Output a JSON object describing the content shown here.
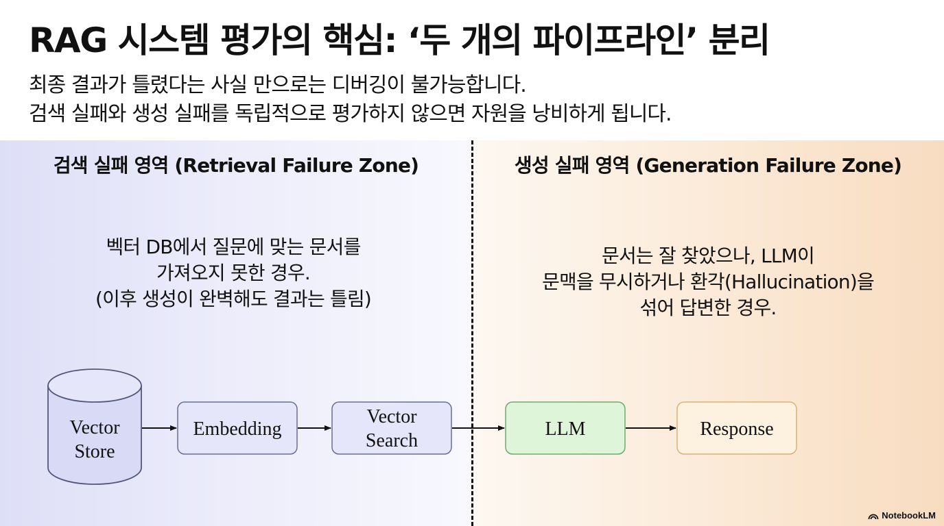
{
  "title": "RAG 시스템 평가의 핵심: ‘두 개의 파이프라인’ 분리",
  "subtitle": {
    "line1": "최종 결과가 틀렸다는 사실 만으로는 디버깅이 불가능합니다.",
    "line2": "검색 실패와 생성 실패를 독립적으로 평가하지 않으면 자원을 낭비하게 됩니다."
  },
  "zones": {
    "retrieval": {
      "title": "검색 실패 영역 (Retrieval Failure Zone)",
      "description": [
        "벡터 DB에서 질문에 맞는 문서를",
        "가져오지 못한 경우.",
        "(이후 생성이 완벽해도 결과는 틀림)"
      ]
    },
    "generation": {
      "title": "생성 실패 영역 (Generation Failure Zone)",
      "description": [
        "문서는 잘 찾았으나, LLM이",
        "문맥을 무시하거나 환각(Hallucination)을",
        "섞어 답변한 경우."
      ]
    }
  },
  "pipeline": {
    "vector_store": [
      "Vector",
      "Store"
    ],
    "embedding": "Embedding",
    "vector_search": [
      "Vector",
      "Search"
    ],
    "llm": "LLM",
    "response": "Response"
  },
  "colors": {
    "retrieval_bg": "#dedff7",
    "generation_bg": "#f8dcc0",
    "store_fill": "#d9daf6",
    "retrieval_node_fill": "#e6e6fa",
    "llm_fill": "#dff5d9",
    "llm_border": "#6fa96a",
    "response_fill": "#fdf1e0",
    "response_border": "#d9b27a"
  },
  "brand": "NotebookLM"
}
